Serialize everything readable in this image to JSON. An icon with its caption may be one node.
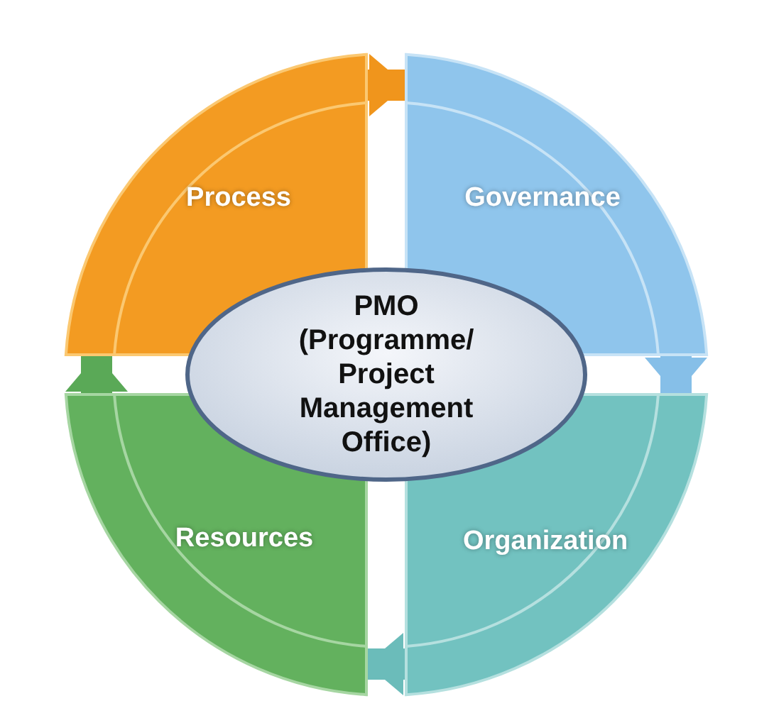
{
  "diagram": {
    "nodes": [
      {
        "text": [
          "Process"
        ]
      },
      {
        "text": [
          "Governance"
        ]
      },
      {
        "text": [
          "Organization"
        ]
      },
      {
        "text": [
          "Resources"
        ]
      },
      {
        "text": [
          "PMO (Programme/ Project Management Office)"
        ]
      }
    ],
    "edges": [
      {
        "from": 0,
        "to": 1,
        "arrow": "to",
        "color": "#f0951c"
      },
      {
        "from": 1,
        "to": 2,
        "arrow": "to",
        "color": "#86bfe8"
      },
      {
        "from": 2,
        "to": 3,
        "arrow": "to",
        "color": "#6bbcba"
      },
      {
        "from": 3,
        "to": 0,
        "arrow": "to",
        "color": "#5aa957"
      }
    ]
  }
}
